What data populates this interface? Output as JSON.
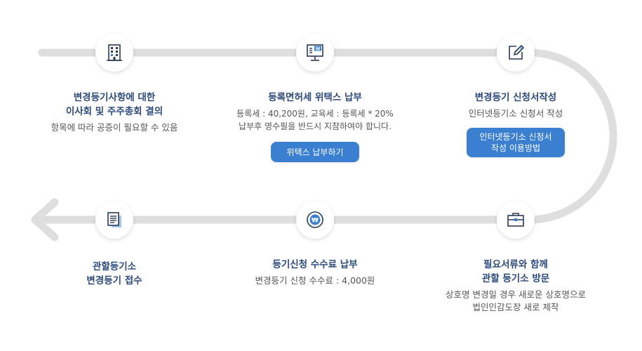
{
  "colors": {
    "track": "#dedede",
    "accent": "#3b7fd0",
    "title": "#2c4a7c",
    "icon": "#2b3a55",
    "icon_accent": "#3b7fd0"
  },
  "steps": [
    {
      "icon": "building-icon",
      "title": [
        "변경등기사항에 대한",
        "이사회 및 주주총회 결의"
      ],
      "desc": [
        "항목에 따라 공증이 필요할 수 있음"
      ]
    },
    {
      "icon": "payment-kiosk-icon",
      "title": [
        "등록면허세 위택스 납부"
      ],
      "desc": [
        "등록세 : 40,200원,  교육세 : 등록세 * 20%",
        "납부후 영수필을 반드시 지참하여야 합니다."
      ],
      "button": [
        "위택스 납부하기"
      ]
    },
    {
      "icon": "edit-form-icon",
      "title": [
        "변경등기 신청서작성"
      ],
      "desc": [
        "인터넷등기소 신청서 작성"
      ],
      "button": [
        "인터넷등기소 신청서",
        "작성 이용방법"
      ]
    },
    {
      "icon": "briefcase-icon",
      "title": [
        "필요서류와 함께",
        "관할 등기소 방문"
      ],
      "desc": [
        "상호명 변경일 경우 새로운 상호명으로",
        "법인인감도장 새로 제작"
      ]
    },
    {
      "icon": "won-coin-icon",
      "title": [
        "등기신청 수수료 납부"
      ],
      "desc": [
        "변경등기  신청 수수료 : 4,000원"
      ]
    },
    {
      "icon": "document-icon",
      "title": [
        "관할등기소",
        "변경등기 접수"
      ],
      "desc": []
    }
  ]
}
